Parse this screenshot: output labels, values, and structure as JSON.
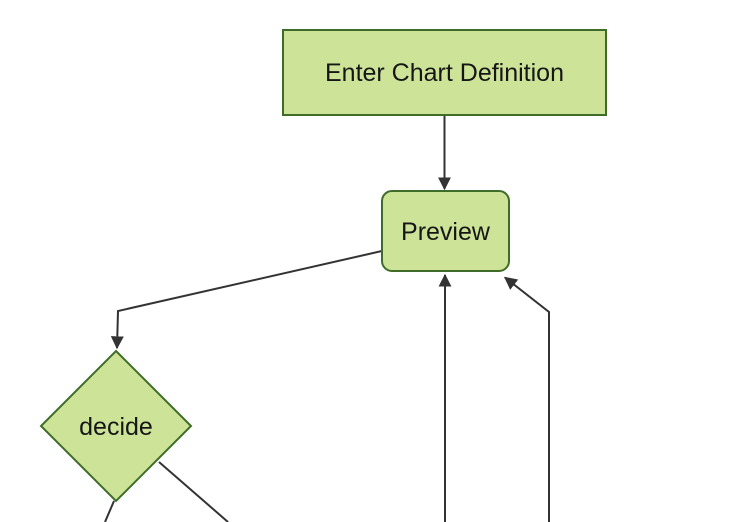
{
  "diagram": {
    "type": "flowchart",
    "direction": "top-down",
    "nodes": [
      {
        "id": "enter_chart_definition",
        "label": "Enter Chart Definition",
        "shape": "rectangle"
      },
      {
        "id": "preview",
        "label": "Preview",
        "shape": "rounded-rectangle"
      },
      {
        "id": "decide",
        "label": "decide",
        "shape": "diamond"
      }
    ],
    "edges": [
      {
        "from": "enter_chart_definition",
        "to": "preview",
        "arrow": true
      },
      {
        "from": "preview",
        "to": "decide",
        "arrow": true
      },
      {
        "from": "offscreen-bottom-middle",
        "to": "preview",
        "arrow": true
      },
      {
        "from": "offscreen-bottom-right",
        "to": "preview",
        "arrow": true
      },
      {
        "from": "decide",
        "to": "offscreen-bottom-left",
        "arrow": false
      },
      {
        "from": "decide",
        "to": "offscreen-bottom-center",
        "arrow": false
      }
    ],
    "colors": {
      "node_fill": "#cde498",
      "node_border": "#3f6c28",
      "edge_color": "#333333",
      "label_color": "#161616",
      "bg": "#ffffff"
    }
  }
}
